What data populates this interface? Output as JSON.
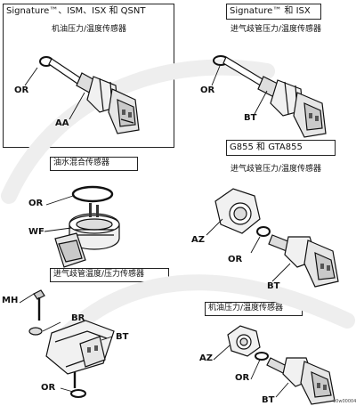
{
  "panels": {
    "top_left": {
      "heading": "Signature™、ISM、ISX 和 QSNT",
      "caption": "机油压力/温度传感器",
      "labels": {
        "or": "OR",
        "aa": "AA"
      }
    },
    "top_right": {
      "heading": "Signature™ 和 ISX",
      "caption": "进气歧管压力/温度传感器",
      "labels": {
        "or": "OR",
        "bt": "BT"
      }
    },
    "middle_left": {
      "caption": "油水混合传感器",
      "labels": {
        "or": "OR",
        "wf": "WF"
      }
    },
    "middle_right": {
      "heading": "G855 和 GTA855",
      "caption": "进气歧管压力/温度传感器",
      "labels": {
        "az": "AZ",
        "or": "OR",
        "bt": "BT"
      }
    },
    "bottom_left": {
      "caption": "进气歧管温度/压力传感器",
      "labels": {
        "mh": "MH",
        "br": "BR",
        "bt": "BT",
        "or": "OR"
      }
    },
    "bottom_right": {
      "caption": "机油压力/温度传感器",
      "labels": {
        "az": "AZ",
        "or": "OR",
        "bt": "BT"
      }
    }
  },
  "footer_code": "10w00004"
}
